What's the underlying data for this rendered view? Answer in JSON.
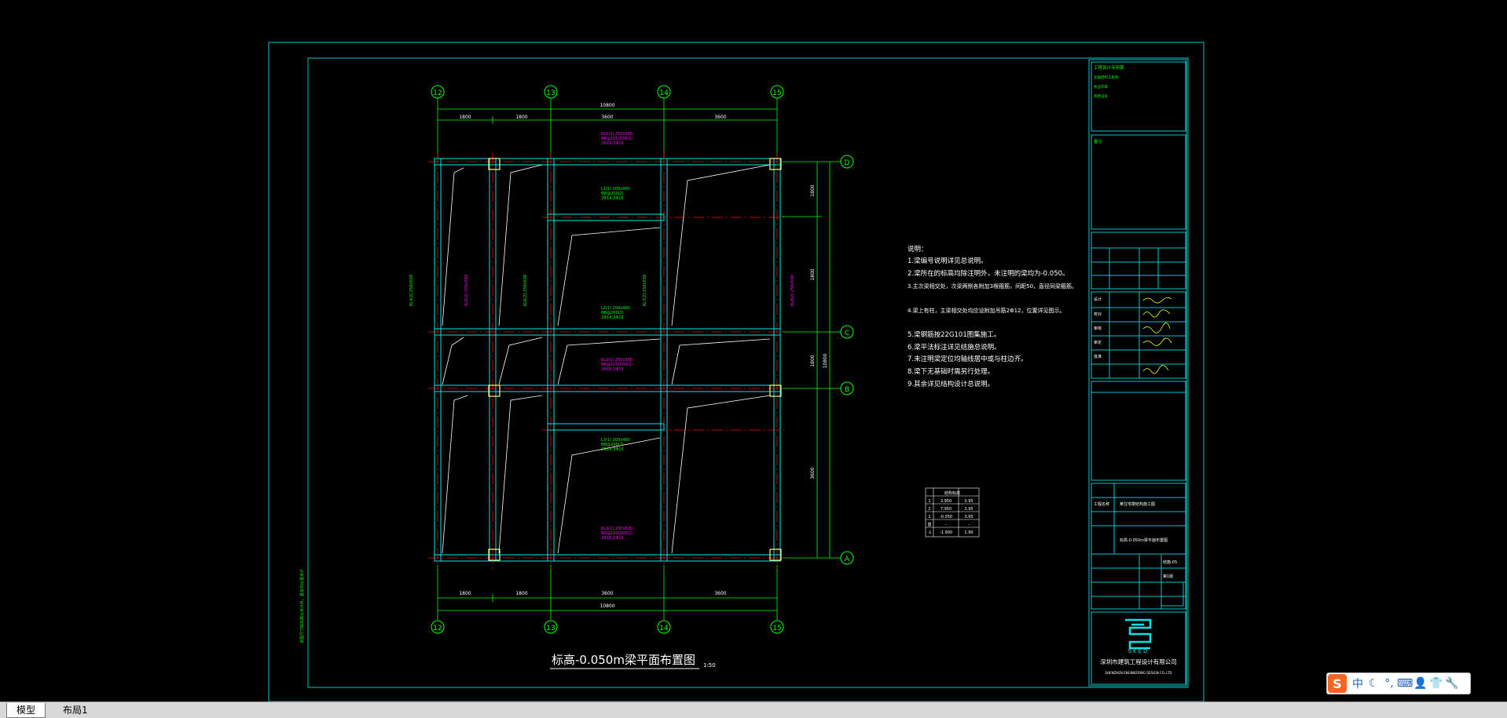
{
  "drawing": {
    "title": "标高-0.050m梁平面布置图",
    "scale": "1:50",
    "grid_top": [
      "12",
      "13",
      "14",
      "15"
    ],
    "grid_bottom": [
      "12",
      "13",
      "14",
      "15"
    ],
    "grid_right": [
      "D",
      "C",
      "B",
      "A"
    ],
    "overall_dim_top": "10800",
    "segment_dims_top": [
      "1800",
      "1800",
      "3600",
      "3600"
    ],
    "overall_dim_bottom": "10800",
    "segment_dims_bottom": [
      "1800",
      "1800",
      "3600",
      "3600"
    ],
    "right_dims": [
      "1800",
      "1800",
      "1800",
      "3600"
    ],
    "right_total": "10800",
    "notes_heading": "说明：",
    "notes": [
      "1.梁编号说明详见总说明。",
      "2.梁所在的标高均除注明外，未注明的梁均为-0.050。",
      "3.主次梁相交处，次梁两侧各附加3根箍筋，间距50，直径同梁箍筋。",
      "4.梁上有柱，主梁相交处均应设附加吊筋2Φ12，位置详见图示。",
      "5.梁钢筋按22G101图集施工。",
      "6.梁平法标注详见结施总说明。",
      "7.未注明梁定位均轴线居中或与柱边齐。",
      "8.梁下无基础时需另行处理。",
      "9.其余详见结构设计总说明。"
    ],
    "elevation_table": {
      "header": "结构标高",
      "rows": [
        [
          "1",
          "3.950",
          "3.95"
        ],
        [
          "2",
          "7.950",
          "3.95"
        ],
        [
          "1",
          "-0.050",
          "3.95"
        ],
        [
          "基",
          "-",
          "-"
        ],
        [
          "-1",
          "-1.900",
          "1.90"
        ]
      ]
    },
    "side_note": "本图尺寸除标高以米计外，其余均以毫米计"
  },
  "title_block": {
    "top_heading": "工程设计专用章",
    "stamp_lines": [
      "注册结构工程师",
      "执业印章",
      "资格证号"
    ],
    "remarks_label": "备注",
    "sign_labels": [
      "设计",
      "校对",
      "审核",
      "审定",
      "批准"
    ],
    "company": "深圳市建筑工程设计有限公司",
    "company_sub": "SHENZHEN ENGINEERING DESIGN CO.,LTD",
    "logo_text": "SKED",
    "project_label": "工程名称",
    "project": "某住宅楼结构施工图",
    "sheet_title": "标高-0.050m梁平面布置图",
    "sheet_no": "结施-05",
    "version": "第1版"
  },
  "tabs": [
    {
      "label": "模型",
      "active": true
    },
    {
      "label": "布局1",
      "active": false
    }
  ],
  "ime": {
    "logo": "S",
    "items": [
      "中",
      "☾",
      "°,",
      "⌨",
      "👤",
      "👕",
      "🔧"
    ]
  },
  "colors": {
    "background": "#000000",
    "frame": "#00c8c8",
    "beam": "#00e5e5",
    "grid": "#00ff00",
    "label_magenta": "#ff00ff",
    "label_green": "#00ff00",
    "axis_red": "#ff0000",
    "text_white": "#ffffff",
    "column": "#ffff80"
  }
}
